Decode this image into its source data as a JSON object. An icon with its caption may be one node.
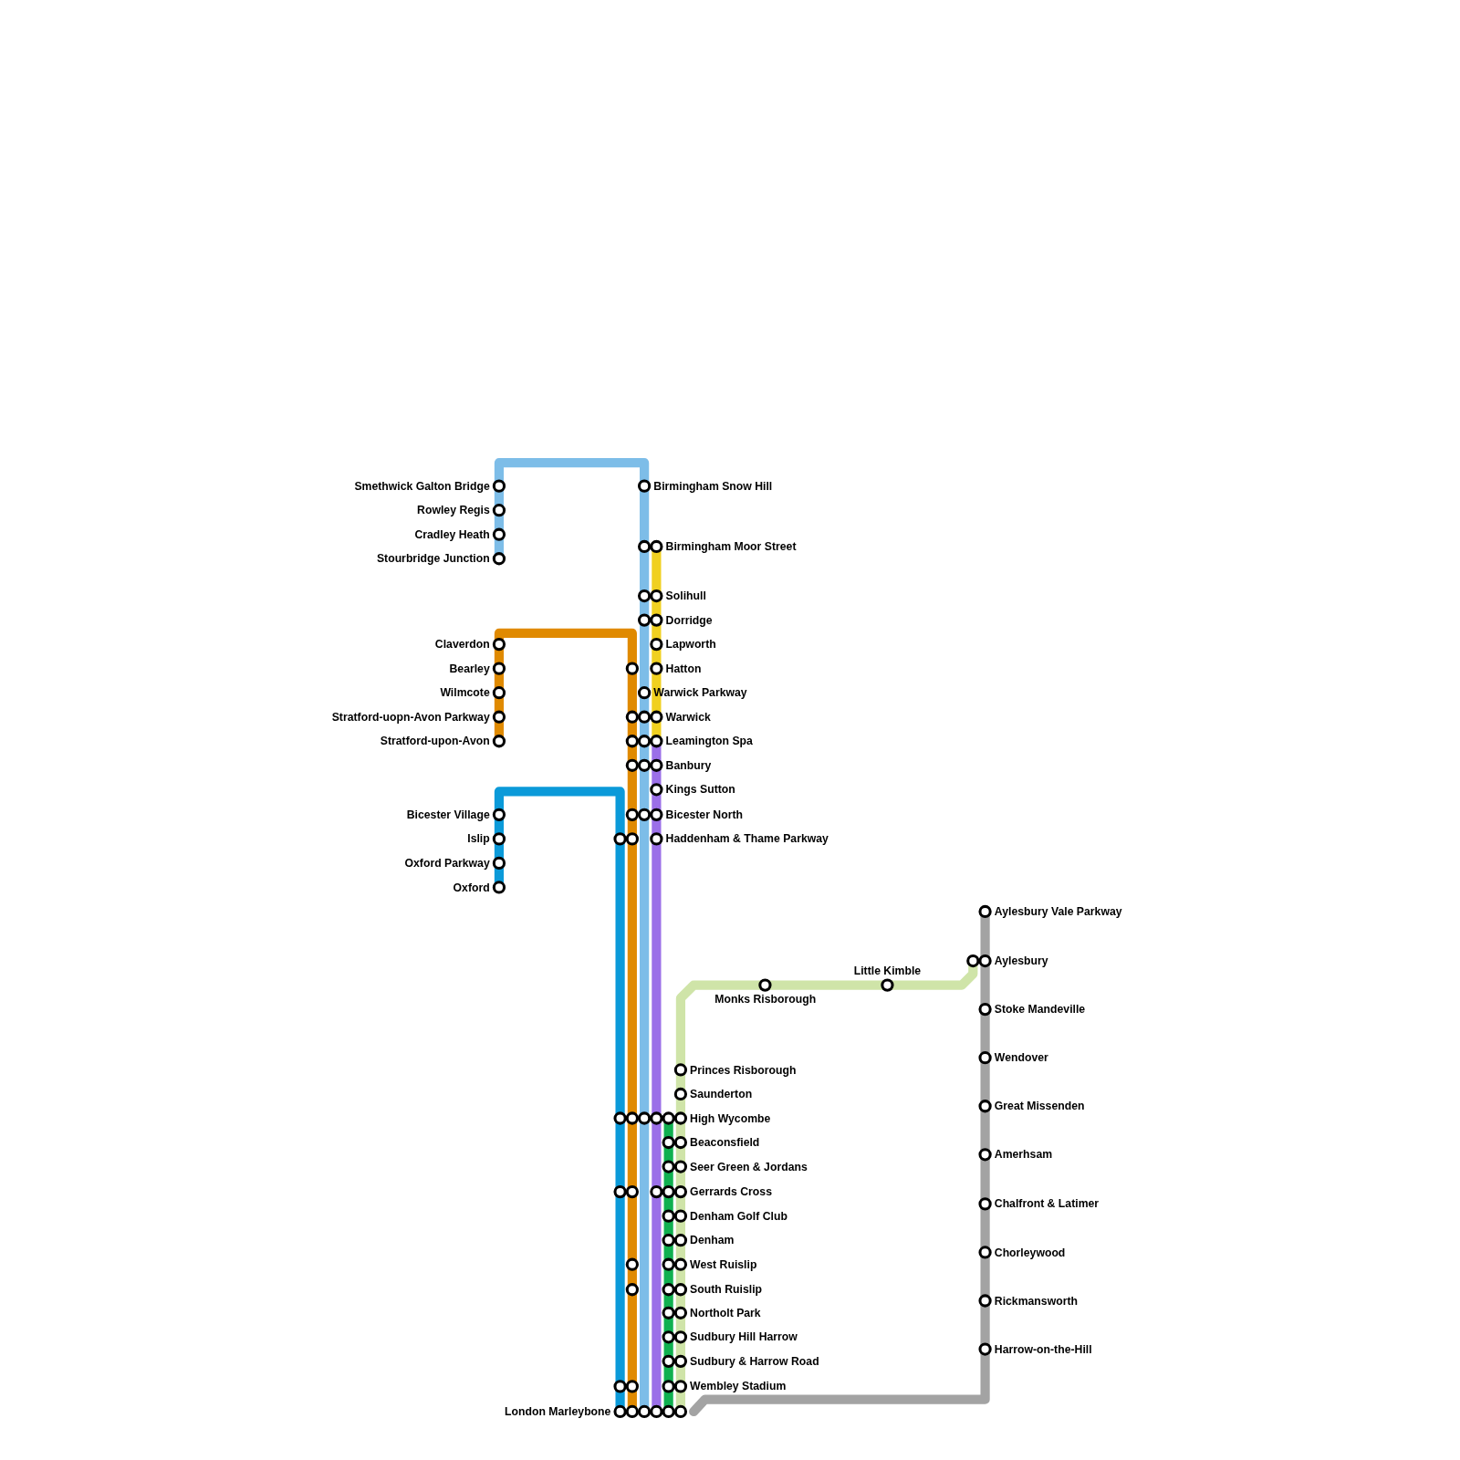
{
  "diagram": {
    "nodes": [
      {
        "text": [
          "Smethwick Galton Bridge"
        ]
      },
      {
        "text": [
          "Rowley Regis"
        ]
      },
      {
        "text": [
          "Cradley Heath"
        ]
      },
      {
        "text": [
          "Stourbridge Junction"
        ]
      },
      {
        "text": [
          "Birmingham Snow Hill"
        ]
      },
      {
        "text": [
          "Birmingham Moor Street"
        ]
      },
      {
        "text": [
          "Solihull"
        ]
      },
      {
        "text": [
          "Dorridge"
        ]
      },
      {
        "text": [
          "Lapworth"
        ]
      },
      {
        "text": [
          "Hatton"
        ]
      },
      {
        "text": [
          "Warwick Parkway"
        ]
      },
      {
        "text": [
          "Warwick"
        ]
      },
      {
        "text": [
          "Leamington Spa"
        ]
      },
      {
        "text": [
          "Banbury"
        ]
      },
      {
        "text": [
          "Kings Sutton"
        ]
      },
      {
        "text": [
          "Bicester North"
        ]
      },
      {
        "text": [
          "Haddenham & Thame Parkway"
        ]
      },
      {
        "text": [
          "Claverdon"
        ]
      },
      {
        "text": [
          "Bearley"
        ]
      },
      {
        "text": [
          "Wilmcote"
        ]
      },
      {
        "text": [
          "Stratford-uopn-Avon Parkway"
        ]
      },
      {
        "text": [
          "Stratford-upon-Avon"
        ]
      },
      {
        "text": [
          "Bicester Village"
        ]
      },
      {
        "text": [
          "Islip"
        ]
      },
      {
        "text": [
          "Oxford Parkway"
        ]
      },
      {
        "text": [
          "Oxford"
        ]
      },
      {
        "text": [
          "Monks Risborough"
        ]
      },
      {
        "text": [
          "Little Kimble"
        ]
      },
      {
        "text": [
          "Aylesbury Vale Parkway"
        ]
      },
      {
        "text": [
          "Aylesbury"
        ]
      },
      {
        "text": [
          "Stoke Mandeville"
        ]
      },
      {
        "text": [
          "Wendover"
        ]
      },
      {
        "text": [
          "Great Missenden"
        ]
      },
      {
        "text": [
          "Amerhsam"
        ]
      },
      {
        "text": [
          "Chalfront & Latimer"
        ]
      },
      {
        "text": [
          "Chorleywood"
        ]
      },
      {
        "text": [
          "Rickmansworth"
        ]
      },
      {
        "text": [
          "Harrow-on-the-Hill"
        ]
      },
      {
        "text": [
          "Princes Risborough"
        ]
      },
      {
        "text": [
          "Saunderton"
        ]
      },
      {
        "text": [
          "High Wycombe"
        ]
      },
      {
        "text": [
          "Beaconsfield"
        ]
      },
      {
        "text": [
          "Seer Green & Jordans"
        ]
      },
      {
        "text": [
          "Gerrards Cross"
        ]
      },
      {
        "text": [
          "Denham Golf Club"
        ]
      },
      {
        "text": [
          "Denham"
        ]
      },
      {
        "text": [
          "West Ruislip"
        ]
      },
      {
        "text": [
          "South Ruislip"
        ]
      },
      {
        "text": [
          "Northolt Park"
        ]
      },
      {
        "text": [
          "Sudbury Hill Harrow"
        ]
      },
      {
        "text": [
          "Sudbury & Harrow Road"
        ]
      },
      {
        "text": [
          "Wembley Stadium"
        ]
      },
      {
        "text": [
          "London Marleybone"
        ]
      }
    ],
    "edges": [
      {
        "from": 0,
        "to": 1,
        "arrow": "none",
        "color": "#7dbde8"
      },
      {
        "from": 1,
        "to": 2,
        "arrow": "none",
        "color": "#7dbde8"
      },
      {
        "from": 2,
        "to": 3,
        "arrow": "none",
        "color": "#7dbde8"
      },
      {
        "from": 0,
        "to": 4,
        "arrow": "none",
        "color": "#7dbde8"
      },
      {
        "from": 4,
        "to": 5,
        "arrow": "none",
        "color": "#7dbde8"
      },
      {
        "from": 5,
        "to": 6,
        "arrow": "none",
        "color": "#7dbde8"
      },
      {
        "from": 6,
        "to": 7,
        "arrow": "none",
        "color": "#7dbde8"
      },
      {
        "from": 7,
        "to": 10,
        "arrow": "none",
        "color": "#7dbde8"
      },
      {
        "from": 10,
        "to": 11,
        "arrow": "none",
        "color": "#7dbde8"
      },
      {
        "from": 11,
        "to": 12,
        "arrow": "none",
        "color": "#7dbde8"
      },
      {
        "from": 12,
        "to": 13,
        "arrow": "none",
        "color": "#7dbde8"
      },
      {
        "from": 13,
        "to": 15,
        "arrow": "none",
        "color": "#7dbde8"
      },
      {
        "from": 15,
        "to": 40,
        "arrow": "none",
        "color": "#7dbde8"
      },
      {
        "from": 40,
        "to": 52,
        "arrow": "none",
        "color": "#7dbde8"
      },
      {
        "from": 5,
        "to": 6,
        "arrow": "none",
        "color": "#f0d020"
      },
      {
        "from": 6,
        "to": 7,
        "arrow": "none",
        "color": "#f0d020"
      },
      {
        "from": 7,
        "to": 8,
        "arrow": "none",
        "color": "#f0d020"
      },
      {
        "from": 8,
        "to": 9,
        "arrow": "none",
        "color": "#f0d020"
      },
      {
        "from": 9,
        "to": 11,
        "arrow": "none",
        "color": "#f0d020"
      },
      {
        "from": 11,
        "to": 12,
        "arrow": "none",
        "color": "#f0d020"
      },
      {
        "from": 12,
        "to": 13,
        "arrow": "none",
        "color": "#9b6fe8"
      },
      {
        "from": 13,
        "to": 14,
        "arrow": "none",
        "color": "#9b6fe8"
      },
      {
        "from": 14,
        "to": 15,
        "arrow": "none",
        "color": "#9b6fe8"
      },
      {
        "from": 15,
        "to": 16,
        "arrow": "none",
        "color": "#9b6fe8"
      },
      {
        "from": 16,
        "to": 40,
        "arrow": "none",
        "color": "#9b6fe8"
      },
      {
        "from": 40,
        "to": 43,
        "arrow": "none",
        "color": "#9b6fe8"
      },
      {
        "from": 43,
        "to": 52,
        "arrow": "none",
        "color": "#9b6fe8"
      },
      {
        "from": 17,
        "to": 18,
        "arrow": "none",
        "color": "#e08a00"
      },
      {
        "from": 18,
        "to": 19,
        "arrow": "none",
        "color": "#e08a00"
      },
      {
        "from": 19,
        "to": 20,
        "arrow": "none",
        "color": "#e08a00"
      },
      {
        "from": 20,
        "to": 21,
        "arrow": "none",
        "color": "#e08a00"
      },
      {
        "from": 17,
        "to": 9,
        "arrow": "none",
        "color": "#e08a00"
      },
      {
        "from": 9,
        "to": 11,
        "arrow": "none",
        "color": "#e08a00"
      },
      {
        "from": 11,
        "to": 12,
        "arrow": "none",
        "color": "#e08a00"
      },
      {
        "from": 12,
        "to": 13,
        "arrow": "none",
        "color": "#e08a00"
      },
      {
        "from": 13,
        "to": 15,
        "arrow": "none",
        "color": "#e08a00"
      },
      {
        "from": 15,
        "to": 16,
        "arrow": "none",
        "color": "#e08a00"
      },
      {
        "from": 16,
        "to": 40,
        "arrow": "none",
        "color": "#e08a00"
      },
      {
        "from": 40,
        "to": 43,
        "arrow": "none",
        "color": "#e08a00"
      },
      {
        "from": 43,
        "to": 46,
        "arrow": "none",
        "color": "#e08a00"
      },
      {
        "from": 46,
        "to": 47,
        "arrow": "none",
        "color": "#e08a00"
      },
      {
        "from": 47,
        "to": 51,
        "arrow": "none",
        "color": "#e08a00"
      },
      {
        "from": 51,
        "to": 52,
        "arrow": "none",
        "color": "#e08a00"
      },
      {
        "from": 22,
        "to": 23,
        "arrow": "none",
        "color": "#0b9ad9"
      },
      {
        "from": 23,
        "to": 24,
        "arrow": "none",
        "color": "#0b9ad9"
      },
      {
        "from": 24,
        "to": 25,
        "arrow": "none",
        "color": "#0b9ad9"
      },
      {
        "from": 22,
        "to": 16,
        "arrow": "none",
        "color": "#0b9ad9"
      },
      {
        "from": 16,
        "to": 40,
        "arrow": "none",
        "color": "#0b9ad9"
      },
      {
        "from": 40,
        "to": 43,
        "arrow": "none",
        "color": "#0b9ad9"
      },
      {
        "from": 43,
        "to": 51,
        "arrow": "none",
        "color": "#0b9ad9"
      },
      {
        "from": 51,
        "to": 52,
        "arrow": "none",
        "color": "#0b9ad9"
      },
      {
        "from": 40,
        "to": 41,
        "arrow": "none",
        "color": "#10b050"
      },
      {
        "from": 41,
        "to": 42,
        "arrow": "none",
        "color": "#10b050"
      },
      {
        "from": 42,
        "to": 43,
        "arrow": "none",
        "color": "#10b050"
      },
      {
        "from": 43,
        "to": 44,
        "arrow": "none",
        "color": "#10b050"
      },
      {
        "from": 44,
        "to": 45,
        "arrow": "none",
        "color": "#10b050"
      },
      {
        "from": 45,
        "to": 46,
        "arrow": "none",
        "color": "#10b050"
      },
      {
        "from": 46,
        "to": 47,
        "arrow": "none",
        "color": "#10b050"
      },
      {
        "from": 47,
        "to": 48,
        "arrow": "none",
        "color": "#10b050"
      },
      {
        "from": 48,
        "to": 49,
        "arrow": "none",
        "color": "#10b050"
      },
      {
        "from": 49,
        "to": 50,
        "arrow": "none",
        "color": "#10b050"
      },
      {
        "from": 50,
        "to": 51,
        "arrow": "none",
        "color": "#10b050"
      },
      {
        "from": 51,
        "to": 52,
        "arrow": "none",
        "color": "#10b050"
      },
      {
        "from": 29,
        "to": 27,
        "arrow": "none",
        "color": "#cfe4a8"
      },
      {
        "from": 27,
        "to": 26,
        "arrow": "none",
        "color": "#cfe4a8"
      },
      {
        "from": 26,
        "to": 38,
        "arrow": "none",
        "color": "#cfe4a8"
      },
      {
        "from": 38,
        "to": 39,
        "arrow": "none",
        "color": "#cfe4a8"
      },
      {
        "from": 39,
        "to": 40,
        "arrow": "none",
        "color": "#cfe4a8"
      },
      {
        "from": 40,
        "to": 41,
        "arrow": "none",
        "color": "#cfe4a8"
      },
      {
        "from": 41,
        "to": 42,
        "arrow": "none",
        "color": "#cfe4a8"
      },
      {
        "from": 42,
        "to": 43,
        "arrow": "none",
        "color": "#cfe4a8"
      },
      {
        "from": 43,
        "to": 44,
        "arrow": "none",
        "color": "#cfe4a8"
      },
      {
        "from": 44,
        "to": 45,
        "arrow": "none",
        "color": "#cfe4a8"
      },
      {
        "from": 45,
        "to": 46,
        "arrow": "none",
        "color": "#cfe4a8"
      },
      {
        "from": 46,
        "to": 47,
        "arrow": "none",
        "color": "#cfe4a8"
      },
      {
        "from": 47,
        "to": 48,
        "arrow": "none",
        "color": "#cfe4a8"
      },
      {
        "from": 48,
        "to": 49,
        "arrow": "none",
        "color": "#cfe4a8"
      },
      {
        "from": 49,
        "to": 50,
        "arrow": "none",
        "color": "#cfe4a8"
      },
      {
        "from": 50,
        "to": 51,
        "arrow": "none",
        "color": "#cfe4a8"
      },
      {
        "from": 51,
        "to": 52,
        "arrow": "none",
        "color": "#cfe4a8"
      },
      {
        "from": 28,
        "to": 29,
        "arrow": "none",
        "color": "#a3a3a3"
      },
      {
        "from": 29,
        "to": 30,
        "arrow": "none",
        "color": "#a3a3a3"
      },
      {
        "from": 30,
        "to": 31,
        "arrow": "none",
        "color": "#a3a3a3"
      },
      {
        "from": 31,
        "to": 32,
        "arrow": "none",
        "color": "#a3a3a3"
      },
      {
        "from": 32,
        "to": 33,
        "arrow": "none",
        "color": "#a3a3a3"
      },
      {
        "from": 33,
        "to": 34,
        "arrow": "none",
        "color": "#a3a3a3"
      },
      {
        "from": 34,
        "to": 35,
        "arrow": "none",
        "color": "#a3a3a3"
      },
      {
        "from": 35,
        "to": 36,
        "arrow": "none",
        "color": "#a3a3a3"
      },
      {
        "from": 36,
        "to": 37,
        "arrow": "none",
        "color": "#a3a3a3"
      },
      {
        "from": 37,
        "to": 52,
        "arrow": "none",
        "color": "#a3a3a3"
      }
    ]
  }
}
